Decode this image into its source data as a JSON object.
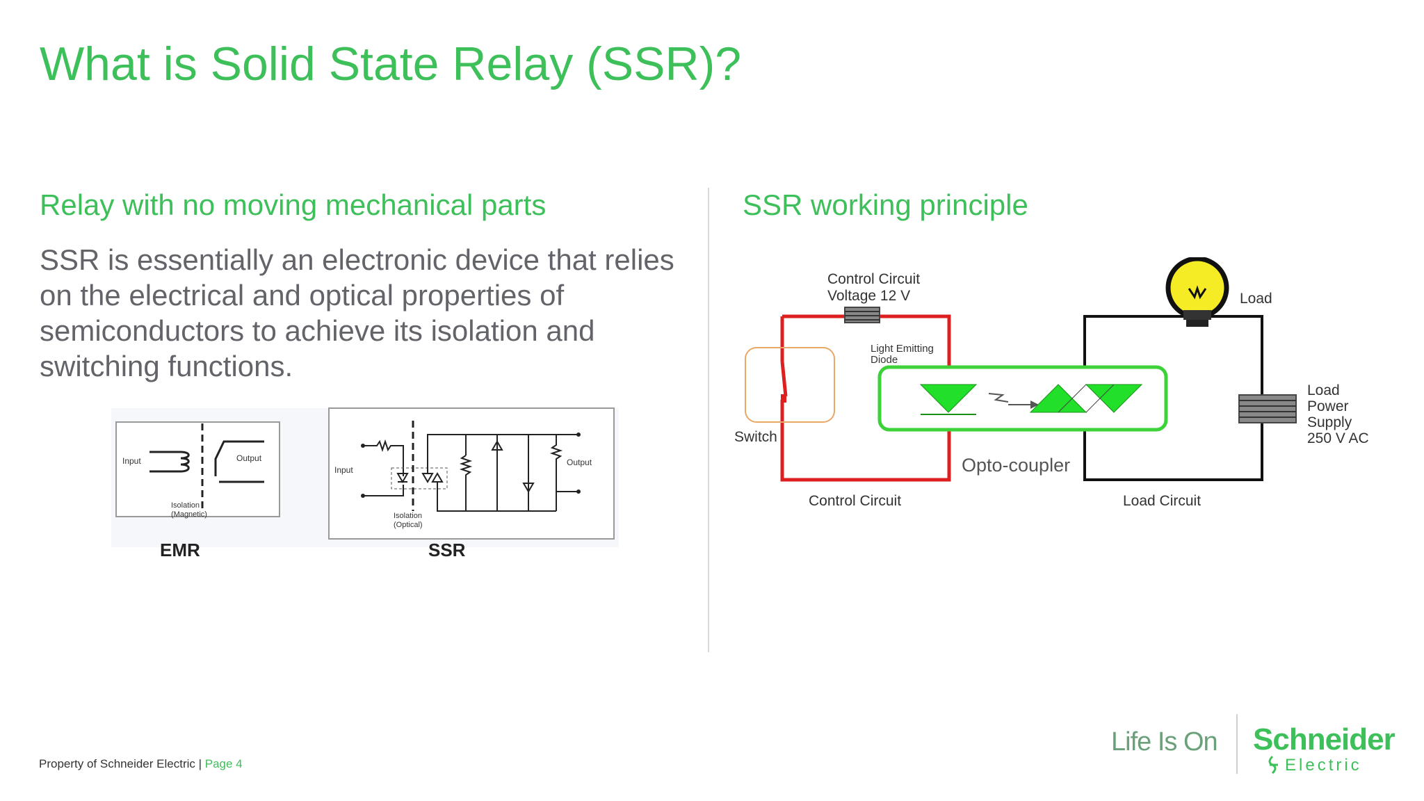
{
  "slide": {
    "title": "What is Solid State Relay (SSR)?",
    "left_heading": "Relay with no moving mechanical parts",
    "right_heading": "SSR working principle",
    "body": "SSR is essentially an electronic device that relies on the electrical and optical properties of semiconductors to achieve its isolation and switching functions."
  },
  "emr_ssr_figure": {
    "emr_input": "Input",
    "emr_output": "Output",
    "emr_isolation_1": "Isolation",
    "emr_isolation_2": "(Magnetic)",
    "emr_caption": "EMR",
    "ssr_input": "Input",
    "ssr_output": "Output",
    "ssr_isolation_1": "Isolation",
    "ssr_isolation_2": "(Optical)",
    "ssr_caption": "SSR"
  },
  "principle_figure": {
    "control_voltage_1": "Control Circuit",
    "control_voltage_2": "Voltage 12 V",
    "led_1": "Light Emitting",
    "led_2": "Diode",
    "switch": "Switch",
    "load": "Load",
    "supply_1": "Load",
    "supply_2": "Power",
    "supply_3": "Supply",
    "supply_4": "250 V AC",
    "optocoupler": "Opto-coupler",
    "control_circuit": "Control Circuit",
    "load_circuit": "Load Circuit"
  },
  "footer": {
    "property": "Property of Schneider Electric | ",
    "page": "Page 4",
    "tagline": "Life Is On",
    "logo_line1": "Schneider",
    "logo_line2": "Electric"
  },
  "colors": {
    "accent": "#3dbf5a",
    "body_text": "#626469",
    "control_wire": "#dd1f1f",
    "optocoupler_fill": "#22e02a"
  }
}
